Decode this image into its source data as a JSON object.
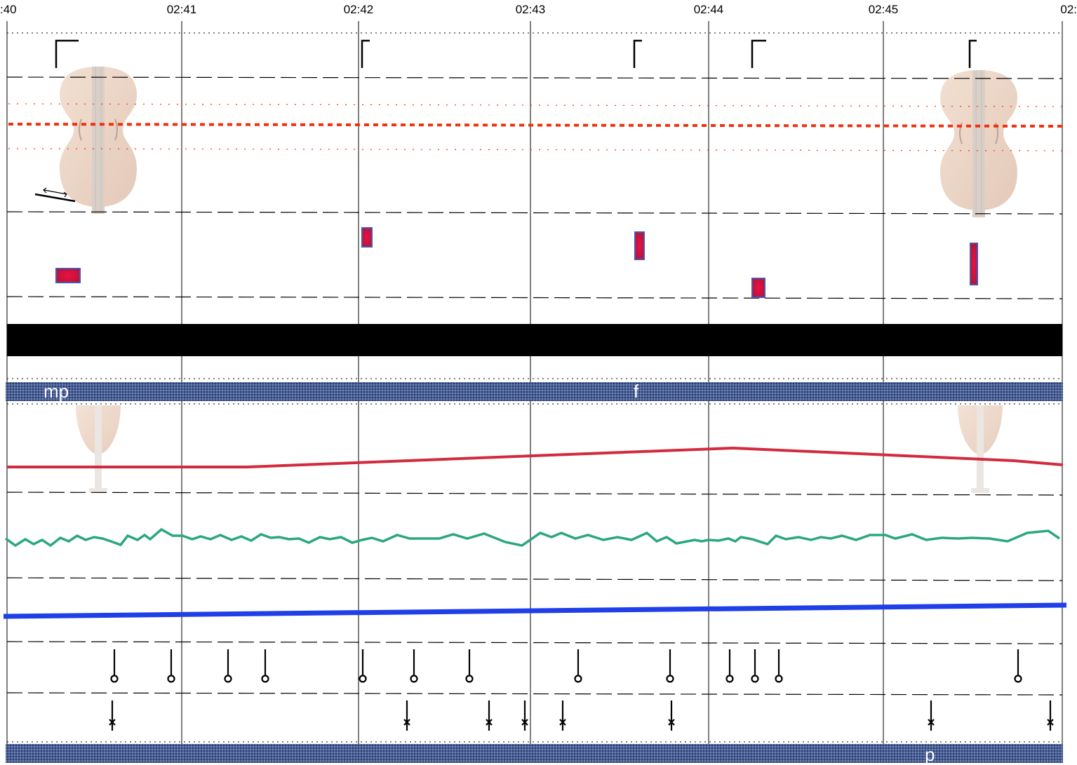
{
  "timeline": {
    "labels": [
      ":40",
      "02:41",
      "02:42",
      "02:43",
      "02:44",
      "02:45",
      "02:"
    ]
  },
  "dynamics": {
    "upper_band": [
      "mp",
      "f"
    ],
    "lower_band": [
      "p"
    ]
  },
  "colors": {
    "red_line": "#d22b3f",
    "orange_dotted": "#f2300f",
    "green_line": "#2aa87b",
    "blue_line": "#1f3fe8",
    "band": "#44588a",
    "note_block": "#c8123a"
  },
  "icons": {
    "upper_instrument": "violin-icon",
    "lower_instrument": "cello-icon",
    "bow_gesture": "bow-arrow-icon",
    "bracket": "corner-bracket-icon"
  }
}
